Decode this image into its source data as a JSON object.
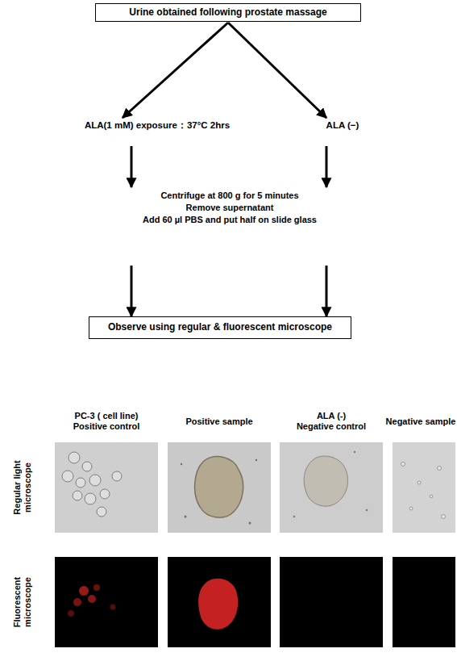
{
  "diagram": {
    "nodes": [
      {
        "text": [
          "Urine obtained following prostate massage"
        ]
      },
      {
        "text": [
          "ALA(1 mM) exposure：37°C 2hrs"
        ]
      },
      {
        "text": [
          "ALA (−)"
        ]
      },
      {
        "text": [
          "Centrifuge at 800 g for 5 minutes",
          "Remove supernatant",
          "Add 60 µl PBS and put half on slide glass"
        ]
      },
      {
        "text": [
          "Observe using regular & fluorescent microscope"
        ]
      }
    ],
    "edges": [
      {
        "from": 0,
        "to": 1,
        "arrow": "to"
      },
      {
        "from": 0,
        "to": 2,
        "arrow": "to"
      },
      {
        "from": 1,
        "to": 3,
        "arrow": "to"
      },
      {
        "from": 2,
        "to": 3,
        "arrow": "to"
      },
      {
        "from": 3,
        "to": 4,
        "arrow": "to"
      },
      {
        "from": 3,
        "to": 4,
        "arrow": "to"
      }
    ],
    "labels": [
      "PC-3 ( cell line) Positive control",
      "Positive sample",
      "ALA (-) Negative control",
      "Negative sample",
      "Regular light microscope",
      "Fluorescent microscope"
    ]
  }
}
